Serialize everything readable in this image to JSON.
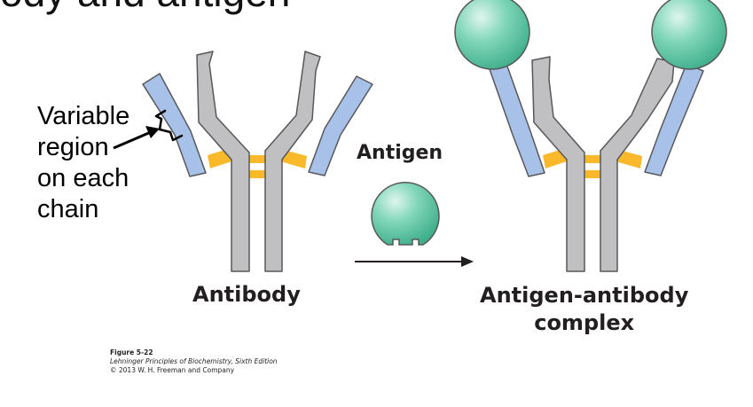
{
  "slide_title_fragment": "ody and antigen",
  "variable_region_label": [
    "Variable",
    "region",
    "on each",
    "chain"
  ],
  "antigen_label": "Antigen",
  "antibody_label": "Antibody",
  "complex_label": [
    "Antigen-antibody",
    "complex"
  ],
  "caption": {
    "figure": "Figure 5-22",
    "book": "Lehninger Principles of Biochemistry, Sixth Edition",
    "copyright": "© 2013 W. H. Freeman and Company"
  },
  "colors": {
    "heavy_chain": "#c0c0c2",
    "light_chain": "#a7c1e8",
    "disulfide": "#f9b92a",
    "antigen": "#5fc9a5",
    "outline": "#58585a"
  }
}
